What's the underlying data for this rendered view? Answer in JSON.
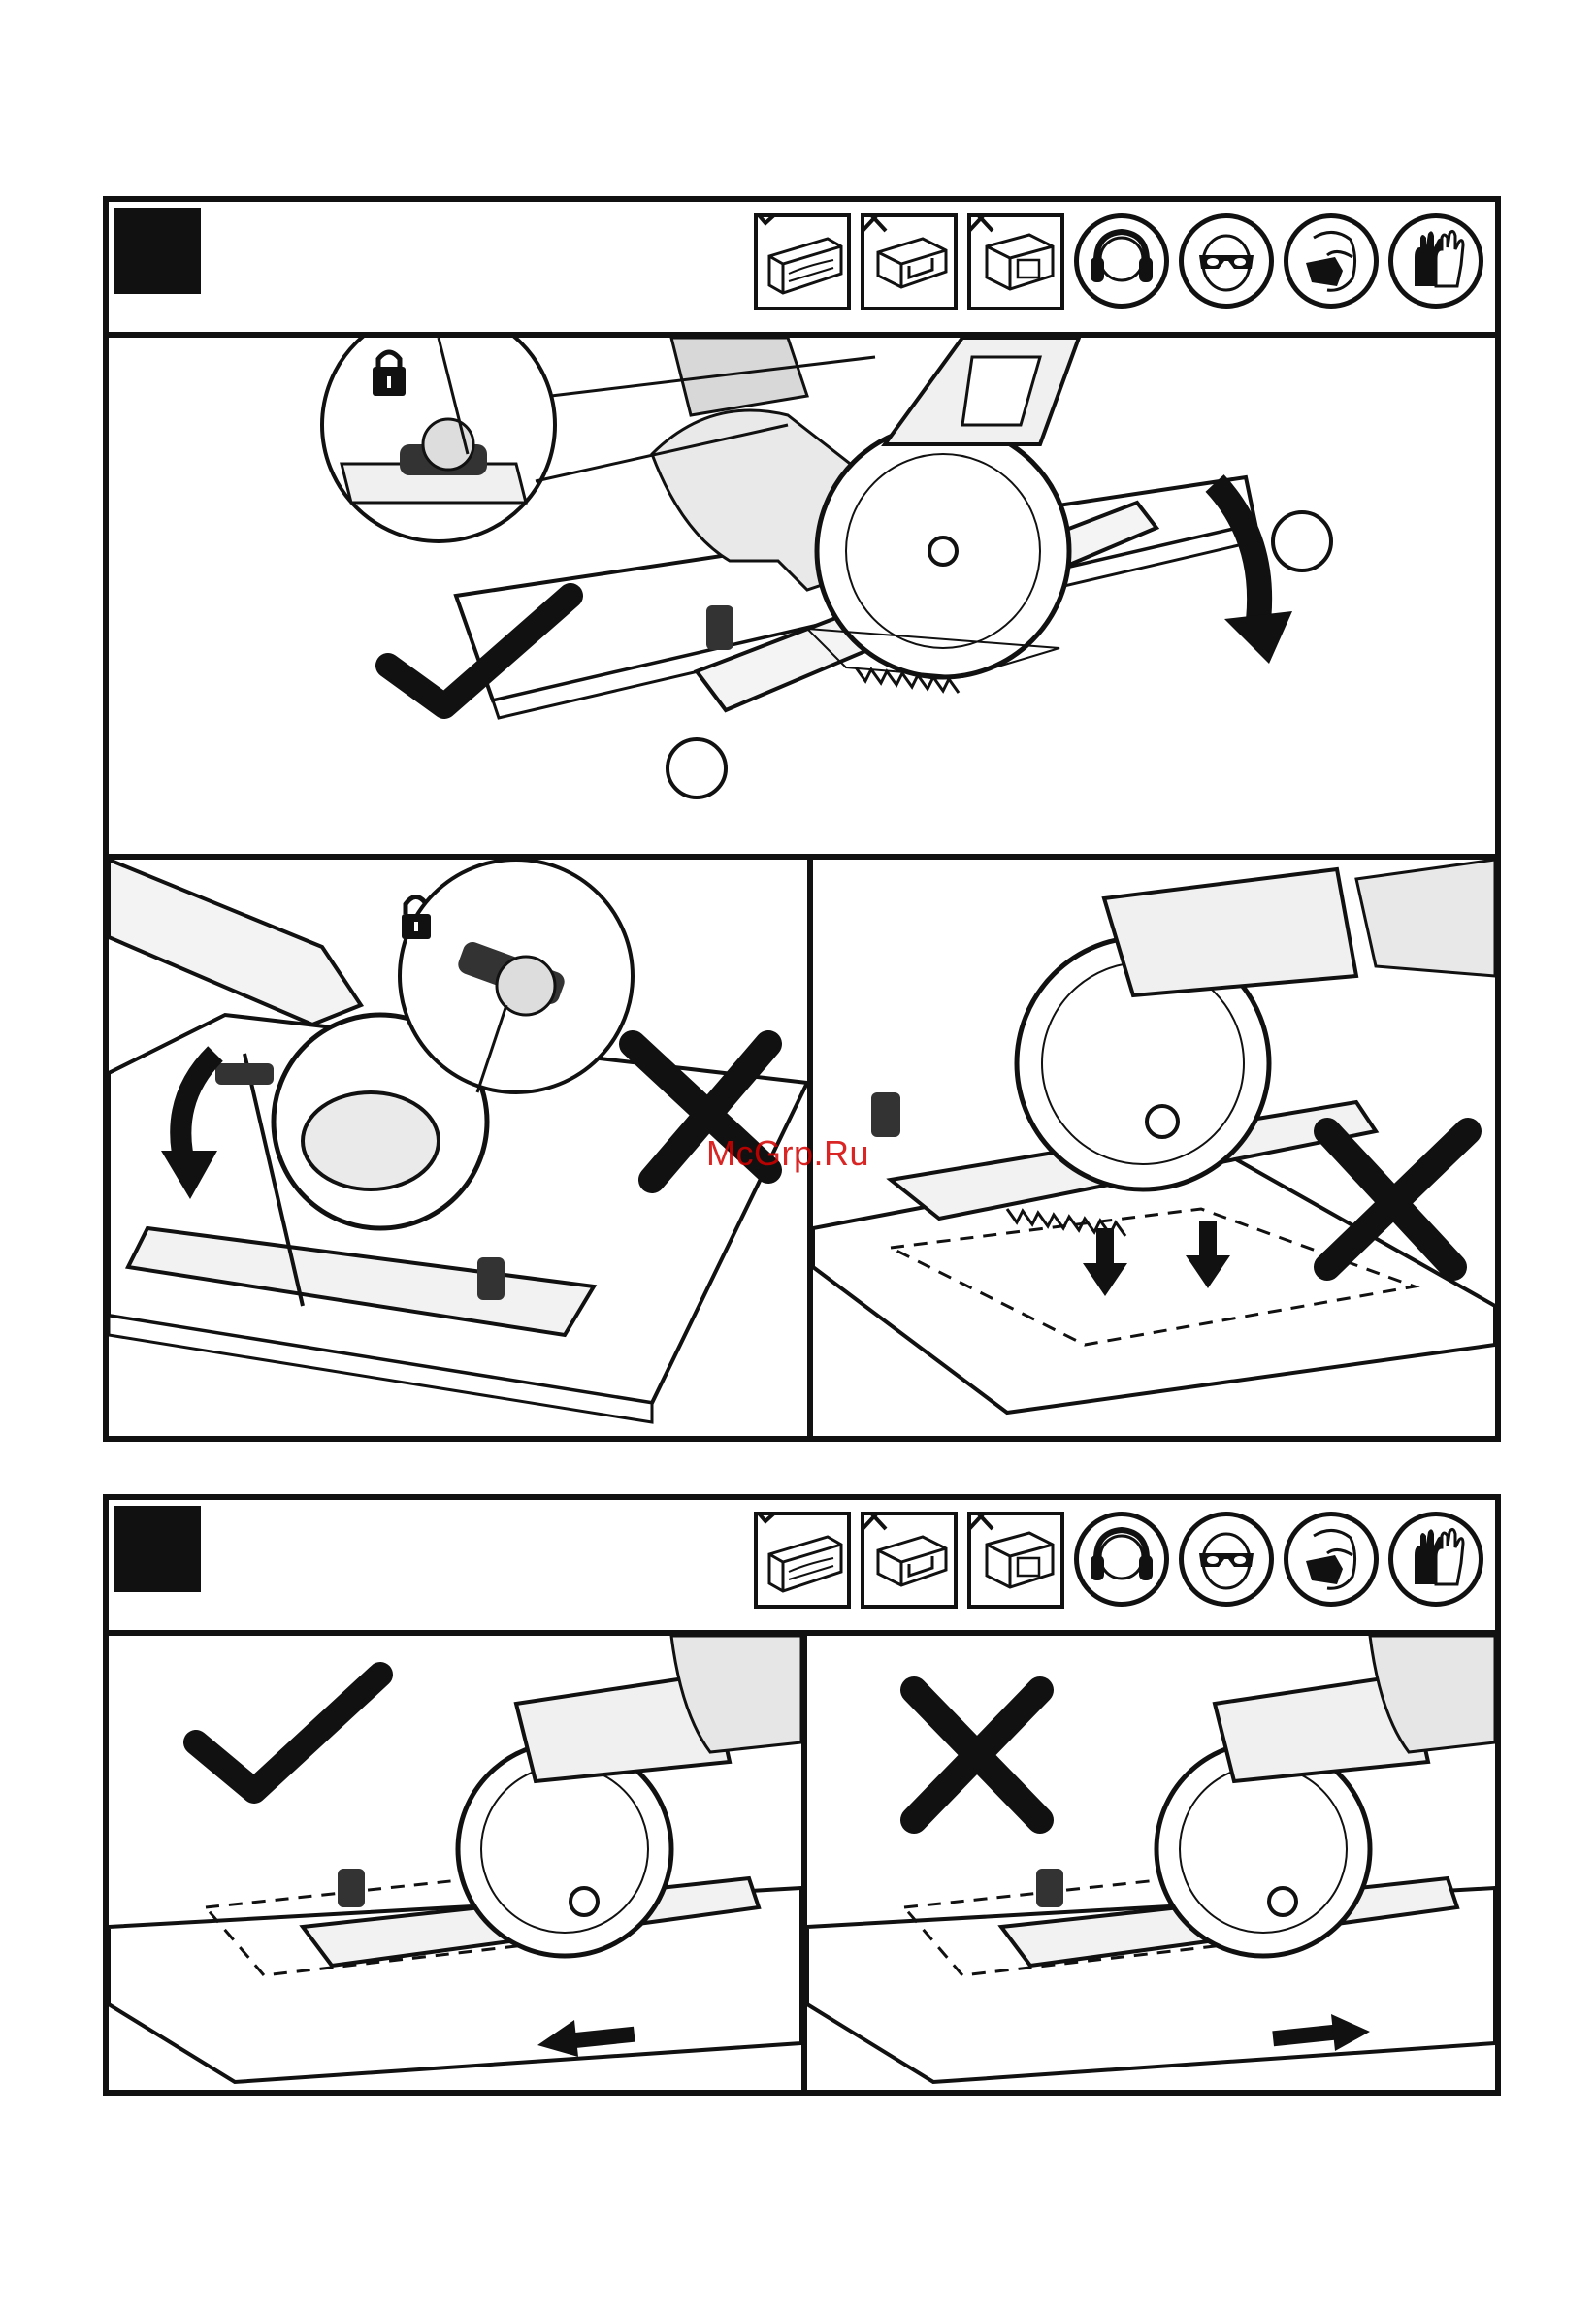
{
  "sections": [
    {
      "materials": [
        {
          "name": "wood",
          "allowed": true
        },
        {
          "name": "plastic-profile",
          "allowed": false
        },
        {
          "name": "metal-profile",
          "allowed": false
        }
      ],
      "ppe": [
        "ear-protection-icon",
        "eye-protection-icon",
        "dust-mask-icon",
        "gloves-icon"
      ],
      "panels": [
        {
          "name": "blade-guard-locked",
          "verdict": "correct"
        },
        {
          "name": "depth-lever-unlocked",
          "verdict": "incorrect"
        },
        {
          "name": "plunge-cut",
          "verdict": "incorrect"
        }
      ]
    },
    {
      "materials": [
        {
          "name": "wood",
          "allowed": true
        },
        {
          "name": "plastic-profile",
          "allowed": false
        },
        {
          "name": "metal-profile",
          "allowed": false
        }
      ],
      "ppe": [
        "ear-protection-icon",
        "eye-protection-icon",
        "dust-mask-icon",
        "gloves-icon"
      ],
      "panels": [
        {
          "name": "cut-direction-forward",
          "verdict": "correct"
        },
        {
          "name": "cut-direction-backward",
          "verdict": "incorrect"
        }
      ]
    }
  ],
  "watermark": {
    "text": "McGrp.Ru",
    "color": "#d40000"
  }
}
